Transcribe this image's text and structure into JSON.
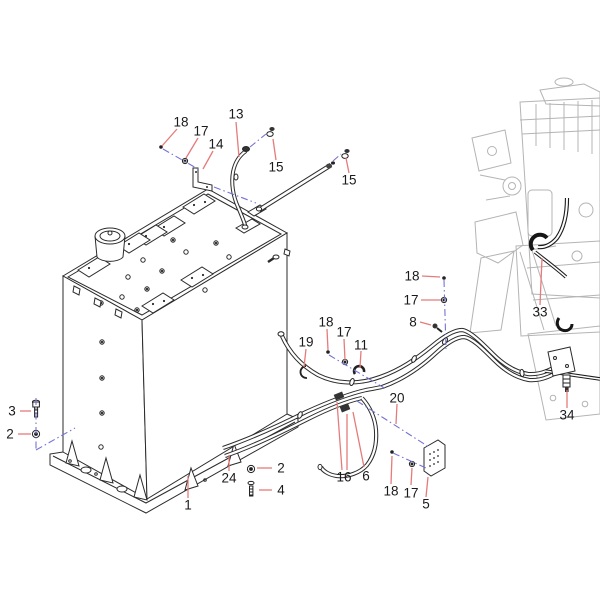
{
  "diagram": {
    "colors": {
      "background": "#ffffff",
      "line": "#2b2b2b",
      "engine_line": "#b4b4b4",
      "leader": "#e57b7b",
      "assembly_line": "#7373d4",
      "label_text": "#1a1a1a"
    },
    "callouts": [
      {
        "text": "18"
      },
      {
        "text": "17"
      },
      {
        "text": "14"
      },
      {
        "text": "13"
      },
      {
        "text": "15"
      },
      {
        "text": "15"
      },
      {
        "text": "18"
      },
      {
        "text": "17"
      },
      {
        "text": "11"
      },
      {
        "text": "19"
      },
      {
        "text": "18"
      },
      {
        "text": "17"
      },
      {
        "text": "8"
      },
      {
        "text": "33"
      },
      {
        "text": "34"
      },
      {
        "text": "20"
      },
      {
        "text": "16"
      },
      {
        "text": "6"
      },
      {
        "text": "18"
      },
      {
        "text": "17"
      },
      {
        "text": "5"
      },
      {
        "text": "2"
      },
      {
        "text": "4"
      },
      {
        "text": "24"
      },
      {
        "text": "1"
      },
      {
        "text": "3"
      },
      {
        "text": "2"
      }
    ]
  }
}
